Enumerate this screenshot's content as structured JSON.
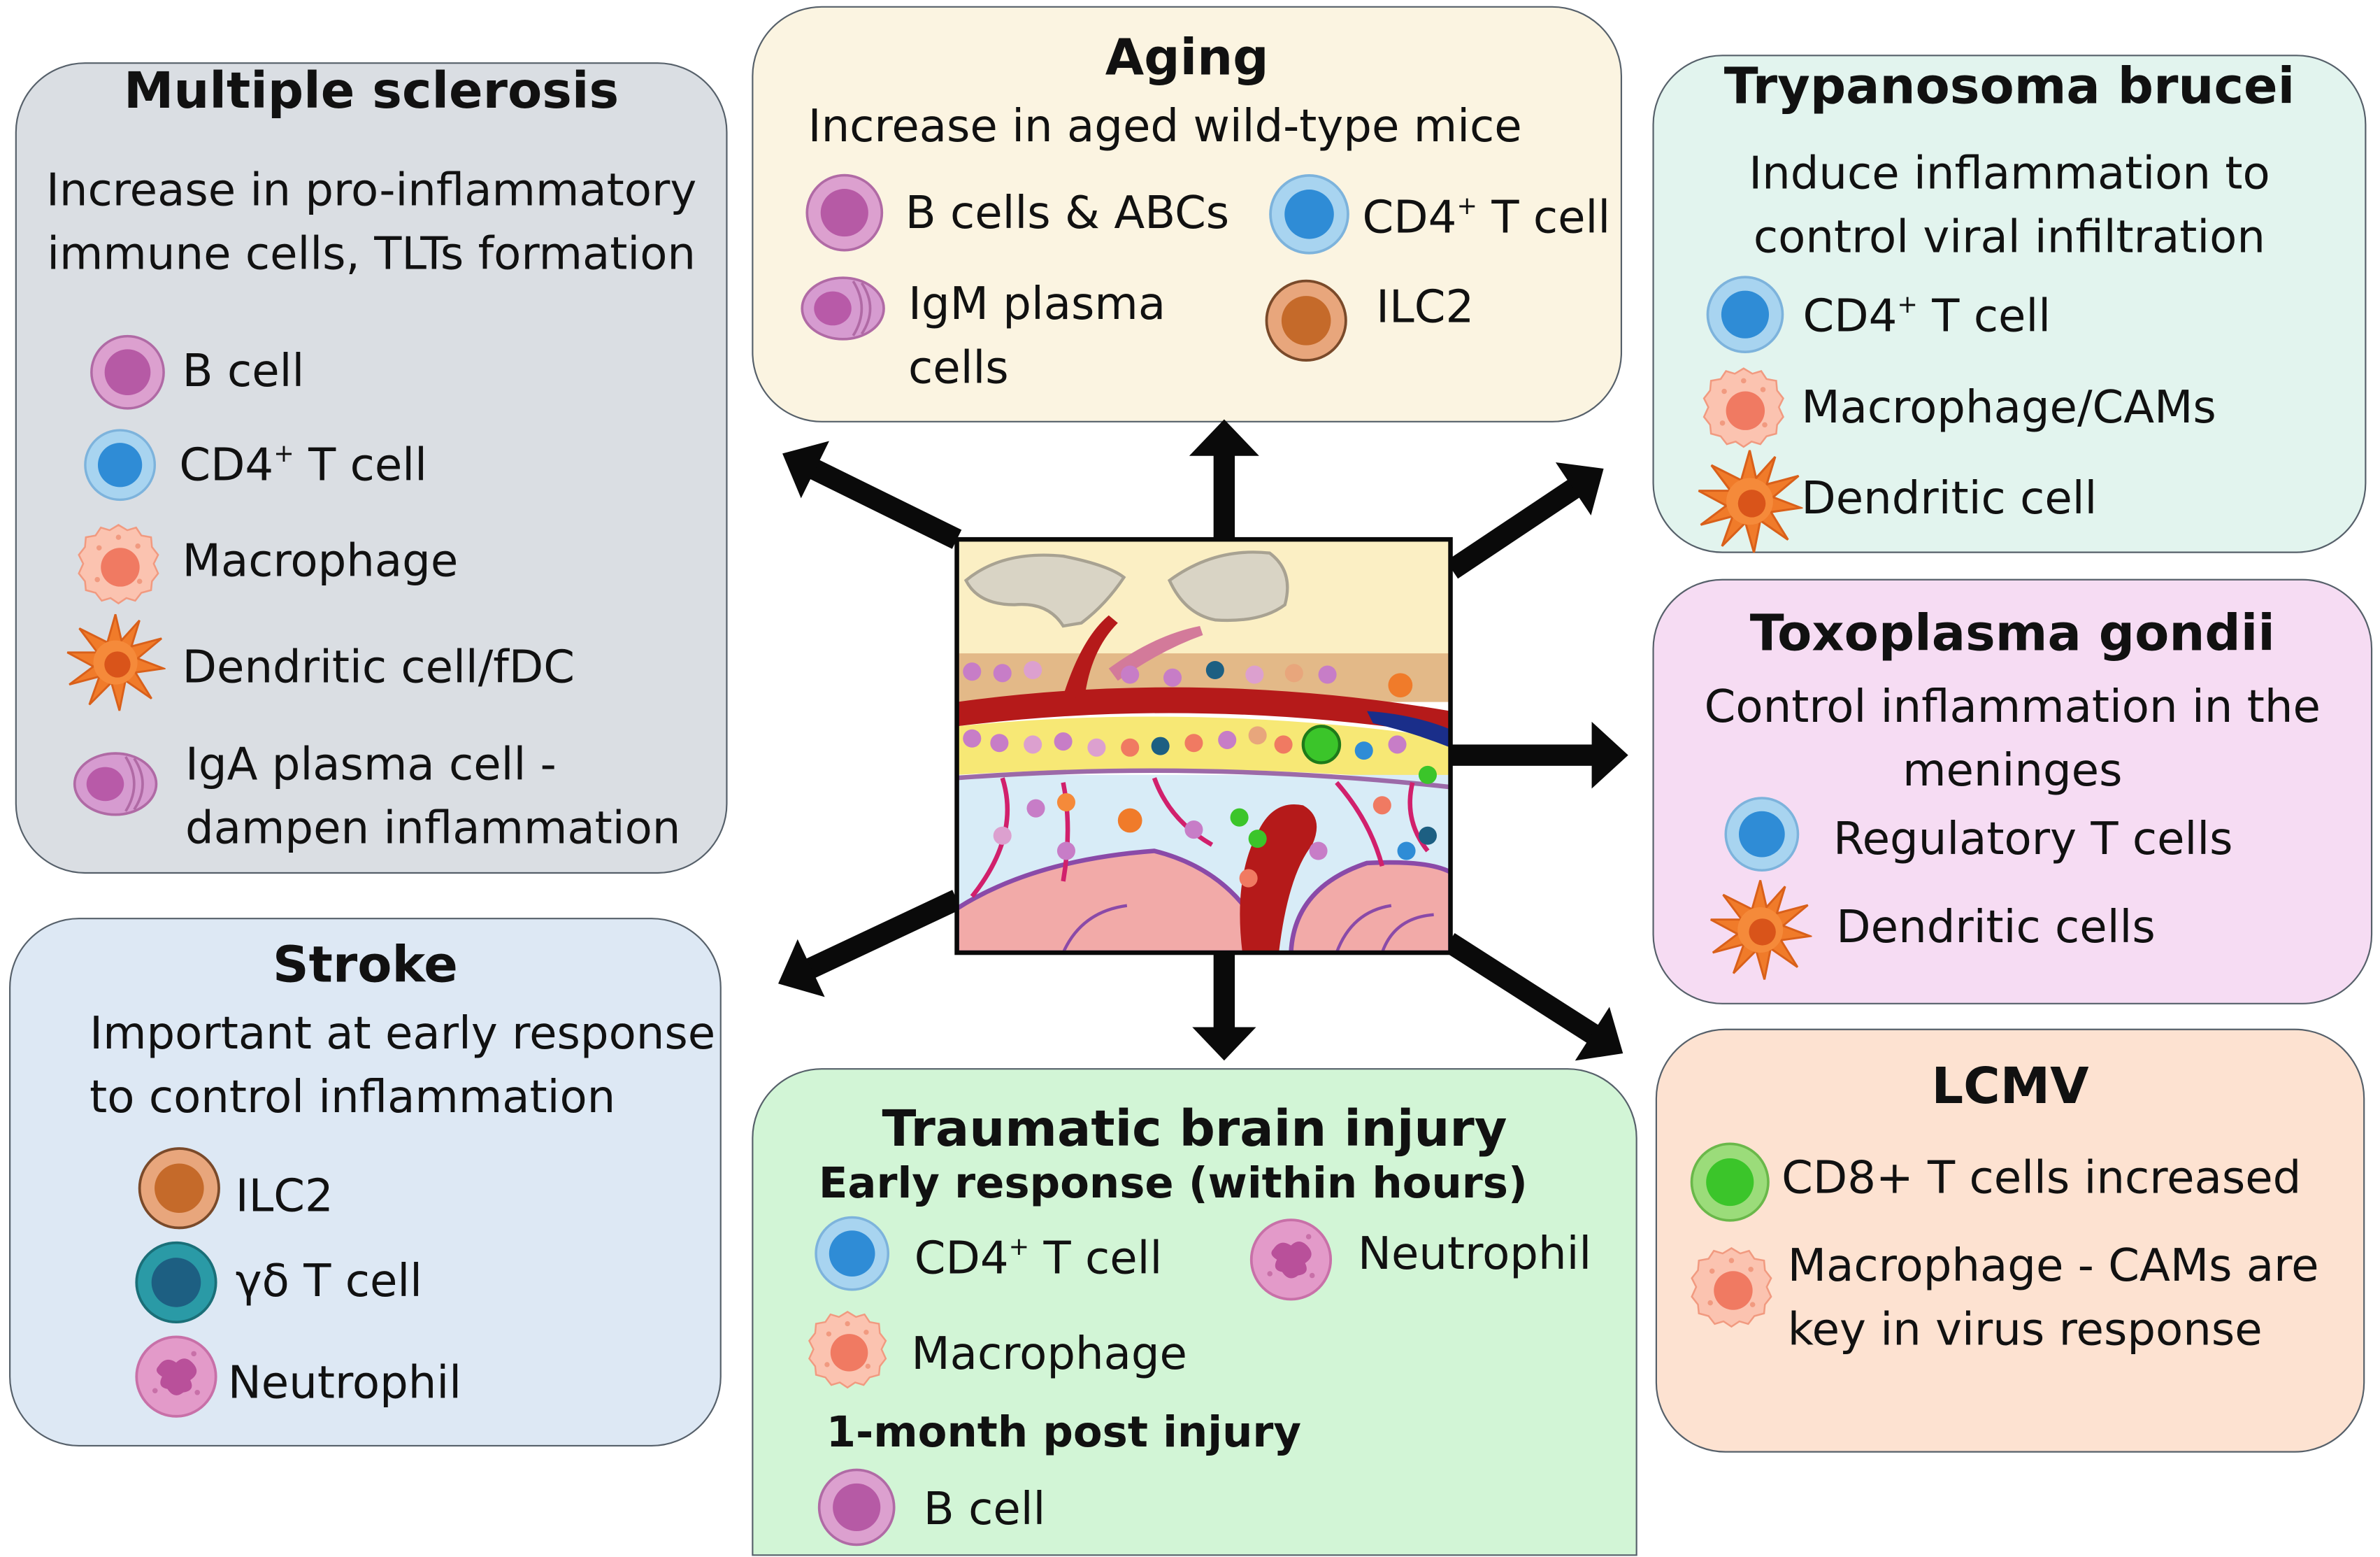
{
  "multiple_sclerosis": {
    "title": "Multiple sclerosis",
    "description": [
      "Increase in pro-inflammatory",
      "immune cells, TLTs formation"
    ],
    "cells": [
      "B cell",
      "CD4",
      "Macrophage",
      "Dendritic cell/fDC",
      "IgA plasma cell -",
      "dampen inflammation"
    ]
  },
  "aging": {
    "title": "Aging",
    "description": "Increase in aged wild-type mice",
    "cells": [
      "B cells & ABCs",
      "CD4",
      "IgM plasma",
      "cells",
      "ILC2"
    ]
  },
  "trypanosoma": {
    "title": "Trypanosoma brucei",
    "description": [
      "Induce inflammation to",
      "control viral infiltration"
    ],
    "cells": [
      "CD4",
      "Macrophage/CAMs",
      "Dendritic cell"
    ]
  },
  "toxoplasma": {
    "title": "Toxoplasma gondii",
    "description": [
      "Control inflammation in the",
      "meninges"
    ],
    "cells": [
      "Regulatory T cells",
      "Dendritic cells"
    ]
  },
  "stroke": {
    "title": "Stroke",
    "description": [
      "Important at early response",
      "to control inflammation"
    ],
    "cells": [
      "ILC2",
      "γδ T cell",
      "Neutrophil"
    ]
  },
  "tbi": {
    "title": "Traumatic brain injury",
    "early_heading": "Early response (within hours)",
    "late_heading": "1-month post injury",
    "cells": [
      "CD4",
      "Neutrophil",
      "Macrophage",
      "B cell"
    ]
  },
  "lcmv": {
    "title": "LCMV",
    "cells": [
      "CD8+ T cells increased",
      "Macrophage - CAMs are",
      "key in virus response"
    ]
  },
  "common": {
    "sup_plus": "+",
    "t_cell_suffix": " T cell"
  },
  "colors": {
    "ms_panel": "#dadee3",
    "aging_panel": "#fbf4e1",
    "tryp_panel": "#e2f4ee",
    "toxo_panel": "#f6dcf3",
    "stroke_panel": "#dde8f4",
    "tbi_panel": "#d2f5d6",
    "lcmv_panel": "#fde2d1",
    "arrow": "#0a0a0a"
  },
  "icons": [
    "b-cell-icon",
    "cd4-t-cell-icon",
    "macrophage-icon",
    "dendritic-cell-icon",
    "plasma-cell-icon",
    "ilc2-icon",
    "gamma-delta-t-cell-icon",
    "neutrophil-icon",
    "regulatory-t-cell-icon",
    "cd8-t-cell-icon"
  ]
}
